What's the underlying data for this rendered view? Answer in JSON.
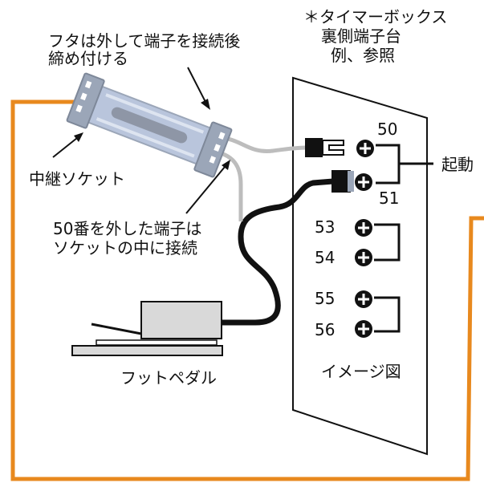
{
  "colors": {
    "frame_orange": "#E8891E",
    "socket_fill": "#B9C5DC",
    "socket_end": "#9BA6B8",
    "wire_gray": "#BDBDBD",
    "cable_black": "#111111",
    "pedal_fill": "#D9D9D9"
  },
  "labels": {
    "socket_note_line1": "フタは外して端子を接続後",
    "socket_note_line2": "締め付ける",
    "timer_note_line1": "＊タイマーボックス",
    "timer_note_line2": "裏側端子台",
    "timer_note_line3": "例、参照",
    "relay_socket": "中継ソケット",
    "terminal_note_line1": "50番を外した端子は",
    "terminal_note_line2": "ソケットの中に接続",
    "start": "起動",
    "foot_pedal": "フットペダル",
    "image_diagram": "イメージ図"
  },
  "terminals": [
    "50",
    "51",
    "53",
    "54",
    "55",
    "56"
  ],
  "icons": [
    "screw-terminal-icon",
    "spade-connector-icon",
    "relay-socket-icon",
    "foot-pedal-icon"
  ]
}
